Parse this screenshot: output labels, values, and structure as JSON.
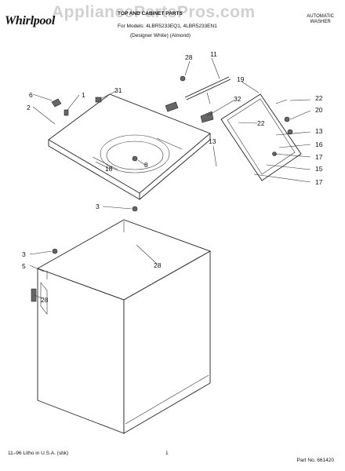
{
  "brand": {
    "logo_text": "Whirlpool"
  },
  "watermark": "AppliancePartsPros.com",
  "header": {
    "title": "TOP AND CABINET PARTS",
    "models_line": "For Models: 4LBR5233EQ1, 4LBR5233EN1",
    "colors_line": "(Designer White)      (Almond)",
    "product_line1": "AUTOMATIC",
    "product_line2": "WASHER"
  },
  "callouts": {
    "c1": "1",
    "c2": "2",
    "c3a": "3",
    "c3b": "3",
    "c5": "5",
    "c6": "6",
    "c8": "8",
    "c11": "11",
    "c13a": "13",
    "c13b": "13",
    "c15": "15",
    "c16": "16",
    "c17a": "17",
    "c17b": "17",
    "c18": "18",
    "c19": "19",
    "c20": "20",
    "c22a": "22",
    "c22b": "22",
    "c28a": "28",
    "c28b": "28",
    "c28c": "28",
    "c31": "31",
    "c32": "32"
  },
  "footer": {
    "left": "11–96 Litho in U.S.A. (sbk)",
    "page": "1",
    "part_no": "Part No. 661420"
  }
}
